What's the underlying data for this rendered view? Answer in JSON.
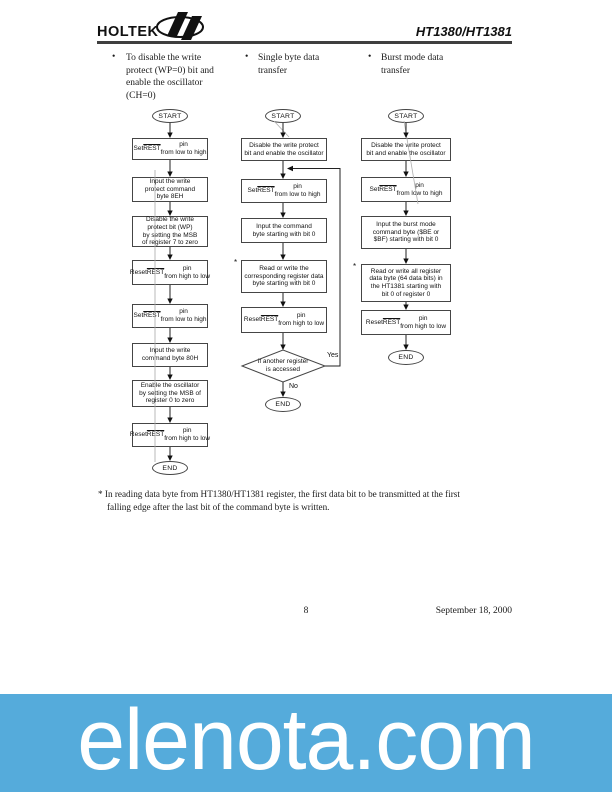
{
  "header": {
    "logo_text": "HOLTEK",
    "title": "HT1380/HT1381"
  },
  "bullets": {
    "marker": "•",
    "items": [
      {
        "text": "To disable the write\nprotect (WP=0) bit and\nenable the oscillator\n(CH=0)"
      },
      {
        "text": "Single byte data\ntransfer"
      },
      {
        "text": "Burst mode data\ntransfer"
      }
    ]
  },
  "flowcharts": [
    {
      "name": "disable-write-protect-flow",
      "start_label": "START",
      "end_label": "END",
      "steps": [
        "Set {REST} pin\nfrom low to high",
        "Input the write\nprotect command\nbyte 8EH",
        "Disable the write\nprotect bit (WP)\nby setting the MSB\nof register 7 to zero",
        "Reset {REST} pin\nfrom high to low",
        "Set {REST} pin\nfrom low to high",
        "Input the write\ncommand byte 80H",
        "Enable the oscillator\nby setting the MSB of\nregister 0 to zero",
        "Reset {REST} pin\nfrom high to low"
      ]
    },
    {
      "name": "single-byte-transfer-flow",
      "start_label": "START",
      "end_label": "END",
      "steps": [
        "Disable the write protect\nbit and enable the oscillator",
        "Set {REST} pin\nfrom low to high",
        "Input the command\nbyte starting with bit 0",
        "Read or write the\ncorresponding register data\nbyte starting with bit 0",
        "Reset {REST} pin\nfrom high to low"
      ],
      "decision": "If another register\nis accessed",
      "yes_label": "Yes",
      "no_label": "No",
      "asterisk": "*"
    },
    {
      "name": "burst-mode-transfer-flow",
      "start_label": "START",
      "end_label": "END",
      "steps": [
        "Disable the write protect\nbit and enable the oscillator",
        "Set {REST} pin\nfrom low to high",
        "Input the burst mode\ncommand byte ($BE or\n$BF) starting with bit 0",
        "Read or write all register\ndata byte (64 data bits) in\nthe HT1381 starting with\nbit 0 of register 0",
        "Reset {REST} pin\nfrom high to low"
      ],
      "asterisk": "*"
    }
  ],
  "footnote": "* In reading data byte from HT1380/HT1381 register, the first data bit to be transmitted at the first\nfalling edge after the last bit of the command byte is written.",
  "footer": {
    "page_number": "8",
    "date": "September 18, 2000"
  },
  "banner": {
    "text": "elenota.com",
    "background_color": "#55abdb",
    "text_color": "#ffffff"
  }
}
